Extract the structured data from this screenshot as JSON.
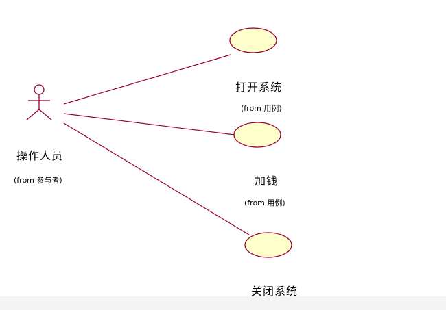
{
  "diagram": {
    "actor": {
      "name": "操作人员",
      "from": "(from 参与者)"
    },
    "use_cases": [
      {
        "name": "打开系统",
        "from": "(from 用例)"
      },
      {
        "name": "加钱",
        "from": "(from 用例)"
      },
      {
        "name": "关闭系统",
        "from": ""
      }
    ]
  },
  "colors": {
    "ellipse_fill": "#ffffcc",
    "line": "#990033",
    "background": "#ffffff"
  }
}
